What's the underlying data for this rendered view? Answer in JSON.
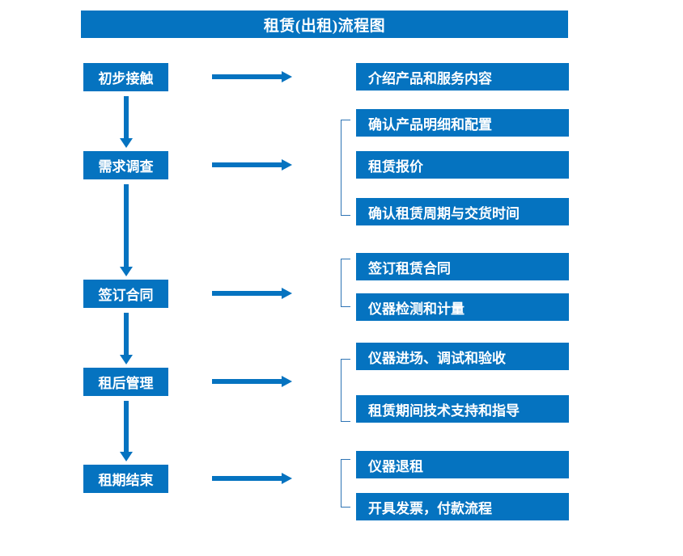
{
  "diagram": {
    "title": "租赁(出租)流程图",
    "theme_color": "#0573C0",
    "bracket_color": "#2E74B5",
    "text_color": "#FFFFFF",
    "background": "#FFFFFF"
  },
  "stages": [
    {
      "label": "初步接触"
    },
    {
      "label": "需求调查"
    },
    {
      "label": "签订合同"
    },
    {
      "label": "租后管理"
    },
    {
      "label": "租期结束"
    }
  ],
  "details": [
    {
      "label": "介绍产品和服务内容"
    },
    {
      "label": "确认产品明细和配置"
    },
    {
      "label": "租赁报价"
    },
    {
      "label": "确认租赁周期与交货时间"
    },
    {
      "label": "签订租赁合同"
    },
    {
      "label": "仪器检测和计量"
    },
    {
      "label": "仪器进场、调试和验收"
    },
    {
      "label": "租赁期间技术支持和指导"
    },
    {
      "label": "仪器退租"
    },
    {
      "label": "开具发票，付款流程"
    }
  ],
  "chart_data": {
    "type": "flowchart",
    "title": "租赁(出租)流程图",
    "orientation": "vertical-with-side-branches",
    "nodes": [
      {
        "id": "stage-1",
        "stage": "初步接触",
        "details": [
          "介绍产品和服务内容"
        ],
        "grouped": false
      },
      {
        "id": "stage-2",
        "stage": "需求调查",
        "details": [
          "确认产品明细和配置",
          "租赁报价",
          "确认租赁周期与交货时间"
        ],
        "grouped": true
      },
      {
        "id": "stage-3",
        "stage": "签订合同",
        "details": [
          "签订租赁合同",
          "仪器检测和计量"
        ],
        "grouped": true
      },
      {
        "id": "stage-4",
        "stage": "租后管理",
        "details": [
          "仪器进场、调试和验收",
          "租赁期间技术支持和指导"
        ],
        "grouped": true
      },
      {
        "id": "stage-5",
        "stage": "租期结束",
        "details": [
          "仪器退租",
          "开具发票，付款流程"
        ],
        "grouped": true
      }
    ],
    "edges": [
      {
        "from": "初步接触",
        "to": "需求调查",
        "direction": "down"
      },
      {
        "from": "需求调查",
        "to": "签订合同",
        "direction": "down"
      },
      {
        "from": "签订合同",
        "to": "租后管理",
        "direction": "down"
      },
      {
        "from": "租后管理",
        "to": "租期结束",
        "direction": "down"
      },
      {
        "from": "初步接触",
        "to": "介绍产品和服务内容",
        "direction": "right"
      },
      {
        "from": "需求调查",
        "to": "需求调查明细组",
        "direction": "right"
      },
      {
        "from": "签订合同",
        "to": "签订合同明细组",
        "direction": "right"
      },
      {
        "from": "租后管理",
        "to": "租后管理明细组",
        "direction": "right"
      },
      {
        "from": "租期结束",
        "to": "租期结束明细组",
        "direction": "right"
      }
    ]
  }
}
